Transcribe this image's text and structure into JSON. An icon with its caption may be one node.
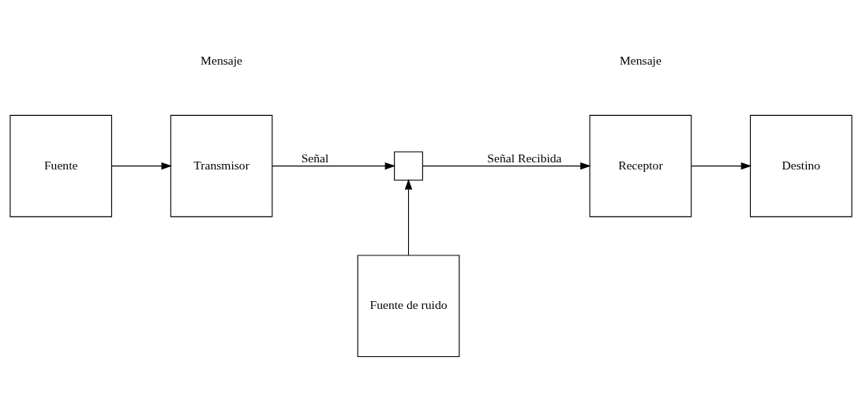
{
  "diagram": {
    "nodes": [
      {
        "text": [
          "Fuente"
        ]
      },
      {
        "text": [
          "Transmisor"
        ]
      },
      {
        "text": [],
        "shape": "box"
      },
      {
        "text": [
          "Receptor"
        ]
      },
      {
        "text": [
          "Destino"
        ]
      },
      {
        "text": [
          "Fuente de ruido"
        ]
      }
    ],
    "edges": [
      {
        "from": 0,
        "to": 1,
        "arrow": "to"
      },
      {
        "from": 1,
        "to": 2,
        "arrow": "to",
        "label": "Señal"
      },
      {
        "from": 2,
        "to": 3,
        "arrow": "to",
        "label": "Señal Recibida"
      },
      {
        "from": 3,
        "to": 4,
        "arrow": "to"
      },
      {
        "from": 5,
        "to": 2,
        "arrow": "to"
      }
    ],
    "labels": [
      "Mensaje",
      "Mensaje"
    ]
  }
}
